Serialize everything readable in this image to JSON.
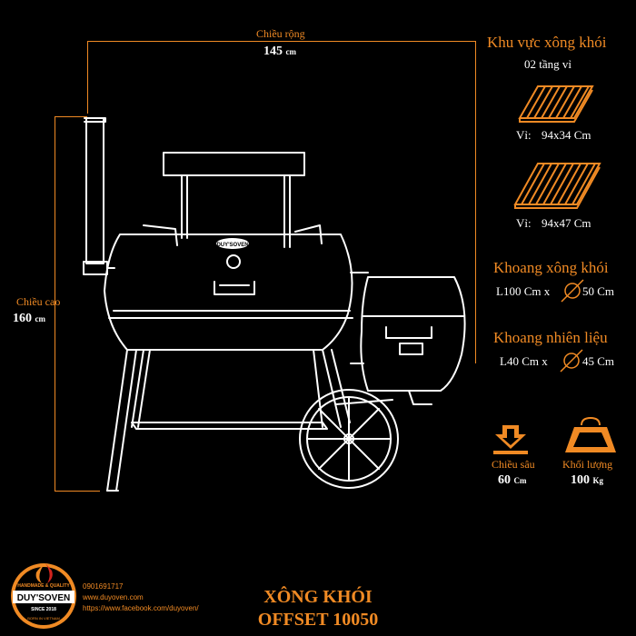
{
  "dimensions": {
    "width_label": "Chiều rộng",
    "width_value": "145",
    "width_unit": "cm",
    "height_label": "Chiều cao",
    "height_value": "160",
    "height_unit": "cm"
  },
  "smoke_area": {
    "title": "Khu vực xông khói",
    "subtitle": "02 tầng vỉ",
    "rack1_label": "Vỉ:",
    "rack1_size": "94x34 Cm",
    "rack2_label": "Vỉ:",
    "rack2_size": "94x47 Cm"
  },
  "smoke_chamber": {
    "title": "Khoang xông khói",
    "length": "L100 Cm x",
    "diameter": "50 Cm"
  },
  "fuel_chamber": {
    "title": "Khoang nhiên liệu",
    "length": "L40 Cm x",
    "diameter": "45 Cm"
  },
  "depth": {
    "label": "Chiều sâu",
    "value": "60",
    "unit": "Cm"
  },
  "weight": {
    "label": "Khối lượng",
    "value": "100",
    "unit": "Kg"
  },
  "brand": {
    "logo_text": "DUY'SOVEN",
    "logo_top": "HANDMADE & QUALITY",
    "logo_since": "SINCE 2018",
    "logo_bottom": "BORN IN VIETNAM",
    "grill_badge": "DUY'SOVEN"
  },
  "contact": {
    "phone": "0901691717",
    "website": "www.duyoven.com",
    "facebook": "https://www.facebook.com/duyoven/"
  },
  "product": {
    "line1": "XÔNG KHÓI",
    "line2": "OFFSET 10050"
  },
  "colors": {
    "accent": "#f08a24",
    "background": "#000000",
    "line": "#ffffff"
  }
}
